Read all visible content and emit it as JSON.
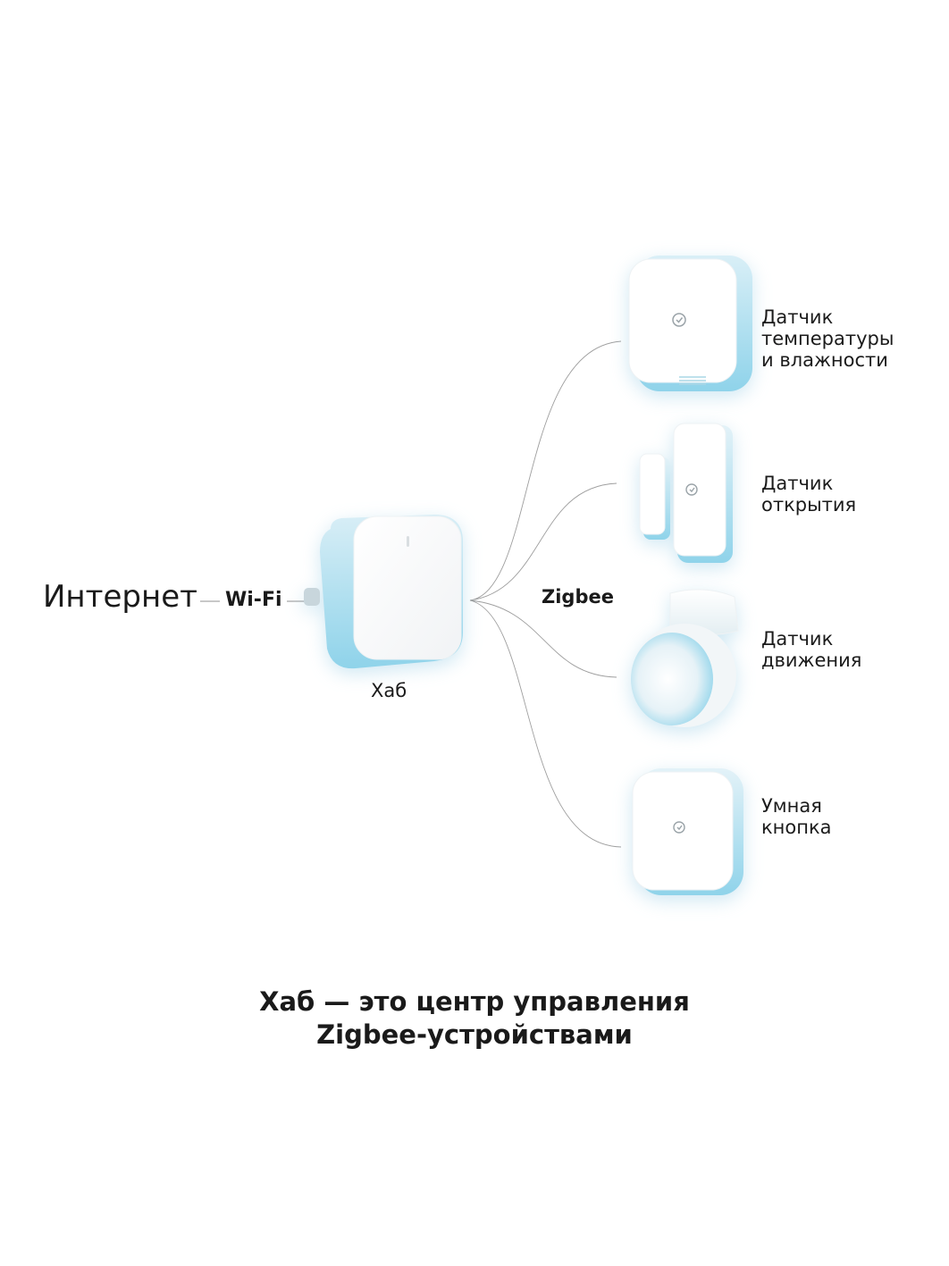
{
  "left": {
    "internet": "Интернет",
    "wifi": "Wi-Fi"
  },
  "hub": {
    "label": "Хаб"
  },
  "protocol": {
    "label": "Zigbee"
  },
  "devices": [
    {
      "lines": [
        "Датчик",
        "температуры",
        "и влажности"
      ],
      "icon": "temperature-humidity-sensor-icon"
    },
    {
      "lines": [
        "Датчик",
        "открытия"
      ],
      "icon": "door-open-sensor-icon"
    },
    {
      "lines": [
        "Датчик",
        "движения"
      ],
      "icon": "motion-sensor-icon"
    },
    {
      "lines": [
        "Умная",
        "кнопка"
      ],
      "icon": "smart-button-icon"
    }
  ],
  "caption": {
    "line1": "Хаб — это центр управления",
    "line2": "Zigbee-устройствами"
  },
  "colors": {
    "accent": "#a9dcec",
    "line": "#9a9a9a",
    "text": "#1b1b1b"
  }
}
